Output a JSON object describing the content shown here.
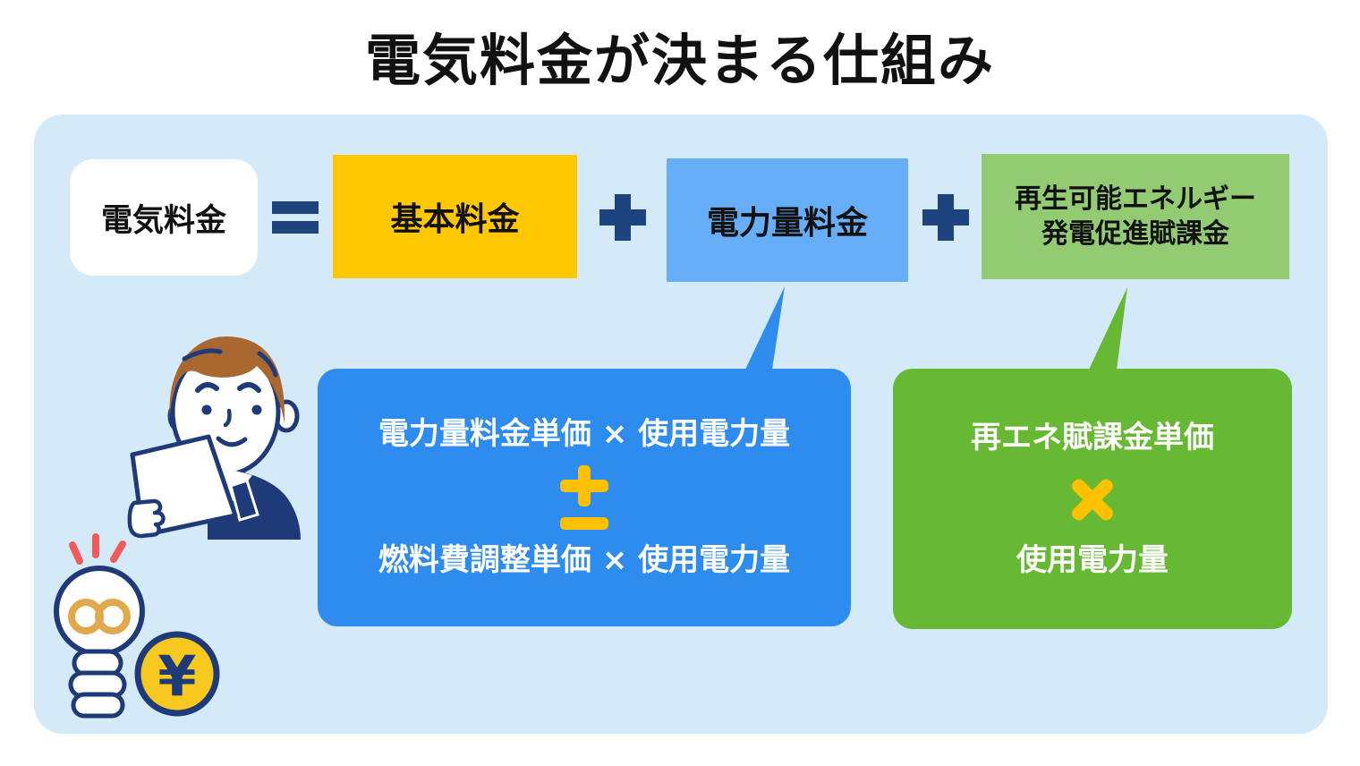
{
  "title": "電気料金が決まる仕組み",
  "formula": {
    "result_label": "電気料金",
    "equals": "=",
    "plus": "+",
    "basic_charge": "基本料金",
    "energy_charge": "電力量料金",
    "renewable_levy_line1": "再生可能エネルギー",
    "renewable_levy_line2": "発電促進賦課金"
  },
  "energy_callout": {
    "line1": "電力量料金単価 × 使用電力量",
    "operator": "±",
    "line2": "燃料費調整単価 × 使用電力量"
  },
  "renewable_callout": {
    "line1": "再エネ賦課金単価",
    "operator": "×",
    "line2": "使用電力量"
  },
  "illustration": {
    "coin_currency_symbol": "¥"
  },
  "colors": {
    "panel_background": "#D5EAF8",
    "basic_charge_box": "#FFC800",
    "energy_charge_box": "#66AEF8",
    "renewable_levy_box": "#92CB72",
    "energy_callout_box": "#2E8CEF",
    "renewable_callout_box": "#67B832",
    "operator_navy": "#1E4480",
    "accent_yellow": "#FDC100",
    "outline_navy": "#1E3A78",
    "hair_brown": "#A9682F",
    "ray_red": "#F05A5A",
    "filament_gold": "#E2A94C",
    "coin_yellow": "#F7C81E"
  }
}
